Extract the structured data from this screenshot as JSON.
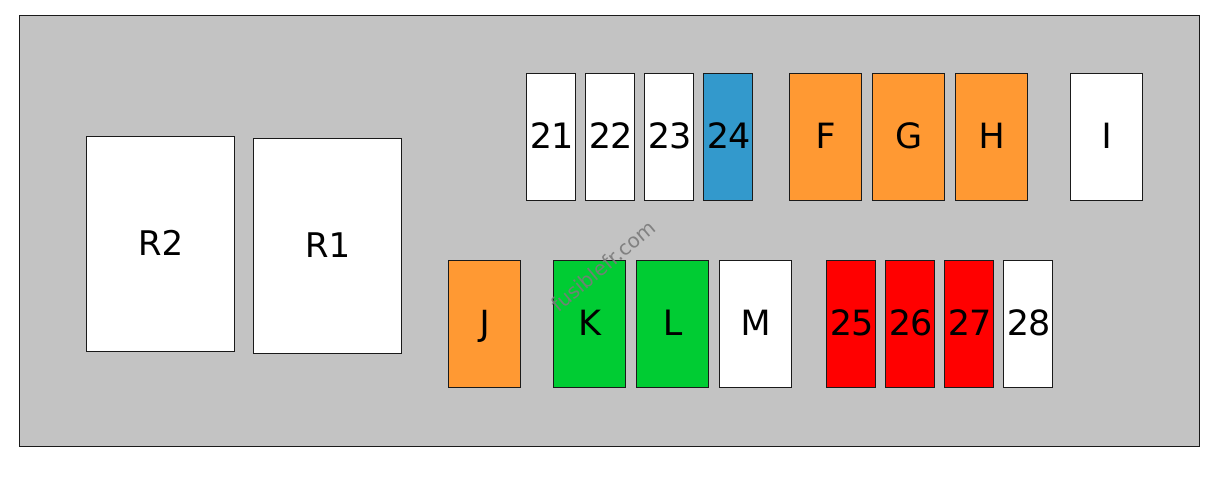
{
  "colors": {
    "panel_bg": "#c3c3c3",
    "white": "#ffffff",
    "blue": "#3399cc",
    "orange": "#ff9933",
    "green": "#00cc33",
    "red": "#ff0000"
  },
  "relays": [
    {
      "label": "R2",
      "color": "#ffffff"
    },
    {
      "label": "R1",
      "color": "#ffffff"
    }
  ],
  "top_row": [
    {
      "label": "21",
      "color": "#ffffff"
    },
    {
      "label": "22",
      "color": "#ffffff"
    },
    {
      "label": "23",
      "color": "#ffffff"
    },
    {
      "label": "24",
      "color": "#3399cc"
    },
    {
      "label": "F",
      "color": "#ff9933"
    },
    {
      "label": "G",
      "color": "#ff9933"
    },
    {
      "label": "H",
      "color": "#ff9933"
    },
    {
      "label": "I",
      "color": "#ffffff"
    }
  ],
  "bottom_row": [
    {
      "label": "J",
      "color": "#ff9933"
    },
    {
      "label": "K",
      "color": "#00cc33"
    },
    {
      "label": "L",
      "color": "#00cc33"
    },
    {
      "label": "M",
      "color": "#ffffff"
    },
    {
      "label": "25",
      "color": "#ff0000"
    },
    {
      "label": "26",
      "color": "#ff0000"
    },
    {
      "label": "27",
      "color": "#ff0000"
    },
    {
      "label": "28",
      "color": "#ffffff"
    }
  ],
  "watermark": "fusiblefr.com"
}
